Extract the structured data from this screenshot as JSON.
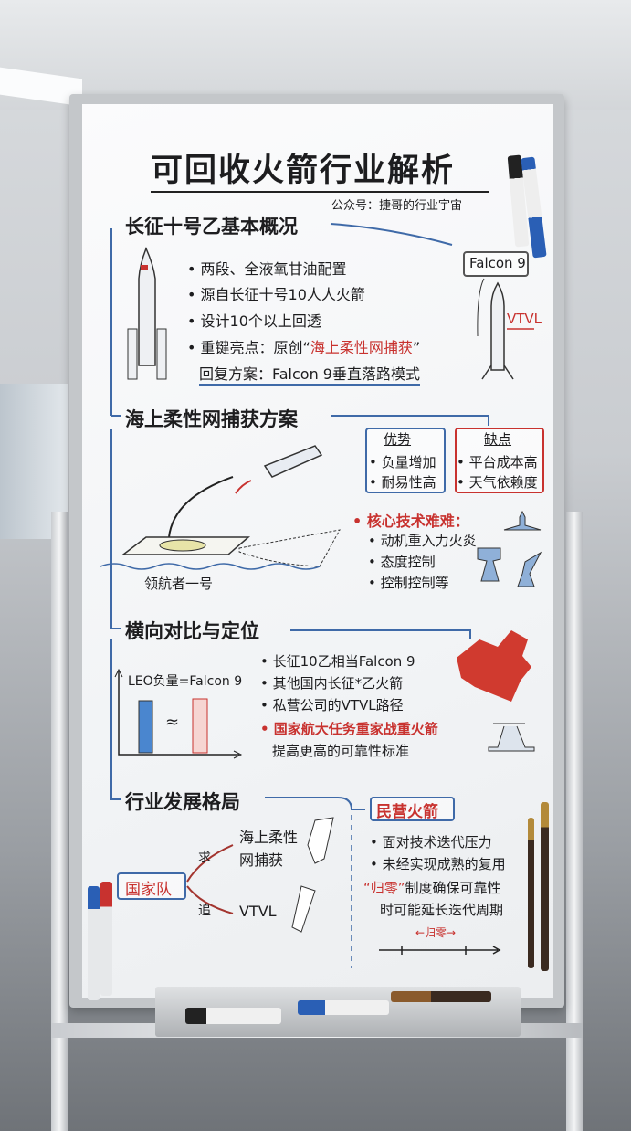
{
  "board": {
    "title": "可回收火箭行业解析",
    "subtitle": "公众号：捷哥的行业宇宙",
    "section1": {
      "heading": "长征十号乙基本概况",
      "bullets": [
        "• 两段、全液氧甘油配置",
        "• 源自长征十号10人人火箭",
        "• 设计10个以上回透"
      ],
      "highlight_prefix": "• 重键亮点：原创“",
      "highlight_red": "海上柔性网捕获",
      "highlight_suffix": "”",
      "recovery": "回复方案：Falcon 9垂直落路模式",
      "falcon_label": "Falcon 9",
      "vtvl_label": "VTVL"
    },
    "section2": {
      "heading": "海上柔性网捕获方案",
      "pros_title": "优势",
      "pros": [
        "• 负量增加",
        "• 耐易性高"
      ],
      "cons_title": "缺点",
      "cons": [
        "• 平台成本高",
        "• 天气依赖度"
      ],
      "core_title": "• 核心技术难难：",
      "core_items": [
        "• 动机重入力火炎",
        "• 态度控制",
        "• 控制控制等"
      ],
      "ship_label": "领航者一号"
    },
    "section3": {
      "heading": "横向对比与定位",
      "chart_label": "LEO负量=Falcon 9",
      "approx": "≈",
      "bullets": [
        "• 长征10乙相当Falcon 9",
        "• 其他国内长征*乙火箭",
        "• 私营公司的VTVL路径"
      ],
      "red_bullet": "• 国家航大任务重家战重火箭",
      "red_bullet_cont": "提高更高的可靠性标准"
    },
    "section4": {
      "heading": "行业发展格局",
      "national_team": "国家队",
      "seek": "求",
      "chase": "追",
      "net_line1": "海上柔性",
      "net_line2": "网捕获",
      "vtvl": "VTVL",
      "private_title": "民营火箭",
      "private_bullets": [
        "• 面对技术迭代压力",
        "• 未经实现成熟的复用"
      ],
      "zero_quote": "“归零”",
      "zero_text": "制度确保可靠性",
      "zero_cont": "时可能延长迭代周期",
      "timeline_label": "←归零→"
    }
  },
  "colors": {
    "ink": "#1d1d1f",
    "red": "#c8322f",
    "blue": "#3f6aa8"
  }
}
